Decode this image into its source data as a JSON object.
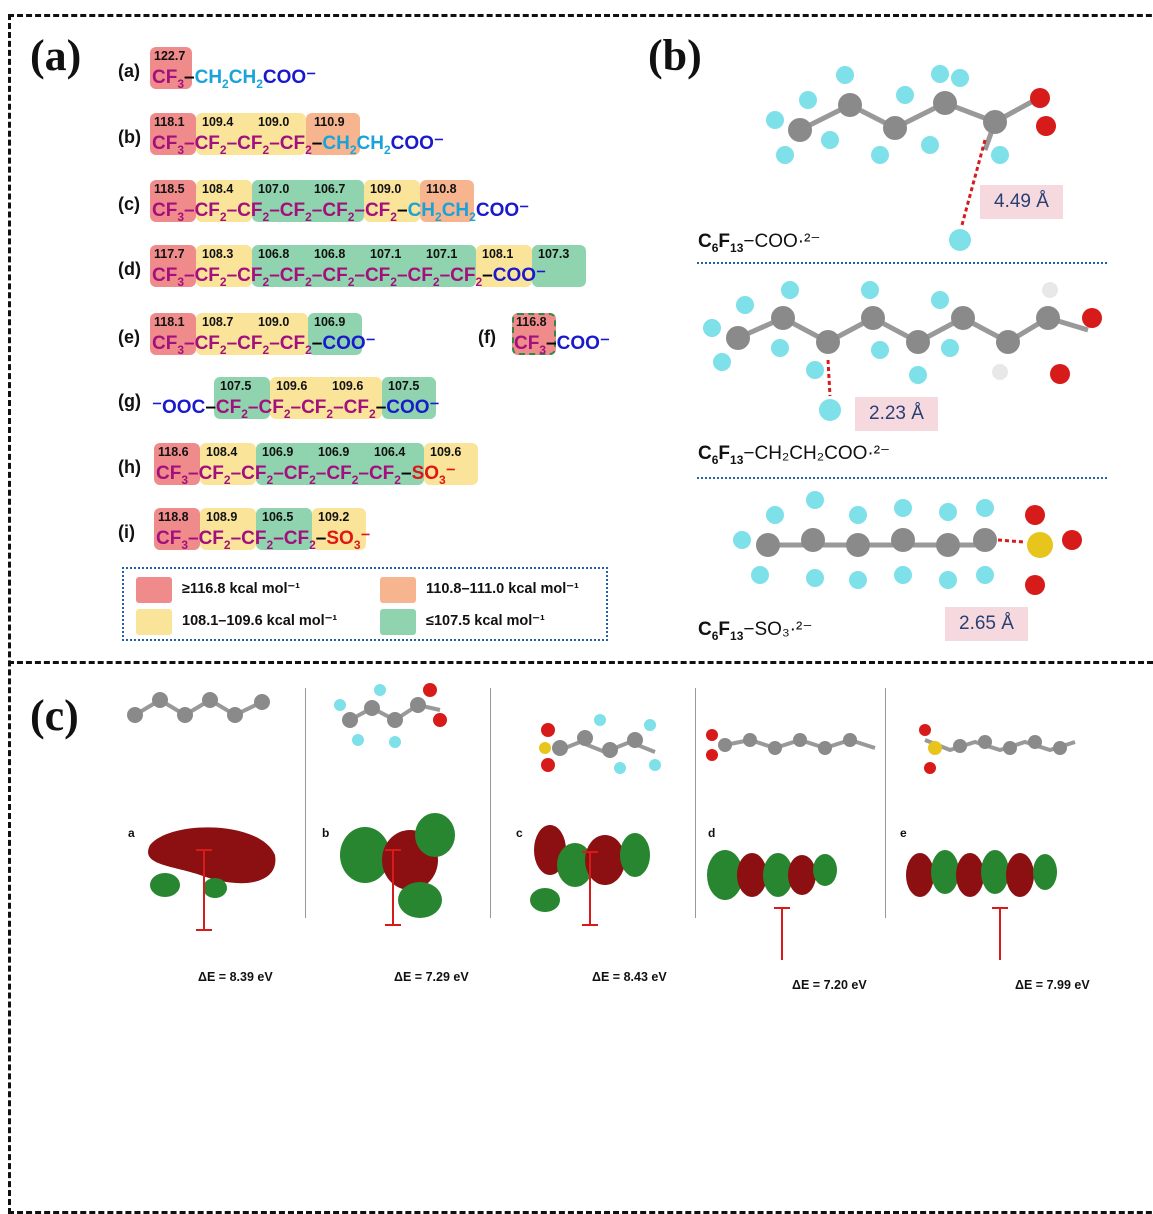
{
  "panels": {
    "a": "(a)",
    "b": "(b)",
    "c": "(c)"
  },
  "colors": {
    "red_box": "#f08b8c",
    "orange_box": "#f6b48f",
    "yellow_box": "#fae49a",
    "green_box": "#8fd4ae"
  },
  "panel_a": {
    "rows": [
      {
        "label": "(a)",
        "values": [
          "122.7"
        ]
      },
      {
        "label": "(b)",
        "values": [
          "118.1",
          "109.4",
          "109.0",
          "110.9"
        ]
      },
      {
        "label": "(c)",
        "values": [
          "118.5",
          "108.4",
          "107.0",
          "106.7",
          "109.0",
          "110.8"
        ]
      },
      {
        "label": "(d)",
        "values": [
          "117.7",
          "108.3",
          "106.8",
          "106.8",
          "107.1",
          "107.1",
          "108.1",
          "107.3"
        ]
      },
      {
        "label": "(e)",
        "values": [
          "118.1",
          "108.7",
          "109.0",
          "106.9"
        ]
      },
      {
        "label": "(f)",
        "values": [
          "116.8"
        ]
      },
      {
        "label": "(g)",
        "values": [
          "107.5",
          "109.6",
          "109.6",
          "107.5"
        ]
      },
      {
        "label": "(h)",
        "values": [
          "118.6",
          "108.4",
          "106.9",
          "106.9",
          "106.4",
          "109.6"
        ]
      },
      {
        "label": "(i)",
        "values": [
          "118.8",
          "108.9",
          "106.5",
          "109.2"
        ]
      }
    ],
    "legend": [
      "≥116.8 kcal mol⁻¹",
      "110.8–111.0 kcal mol⁻¹",
      "108.1–109.6 kcal mol⁻¹",
      "≤107.5 kcal mol⁻¹"
    ]
  },
  "panel_b": {
    "distances": [
      "4.49 Å",
      "2.23 Å",
      "2.65 Å"
    ],
    "formulas": {
      "f1_tail": "−COO·²⁻",
      "f2_tail": "−CH₂CH₂COO·²⁻",
      "f3_tail": "−SO₃·²⁻"
    }
  },
  "panel_c": {
    "labels": [
      "a",
      "b",
      "c",
      "d",
      "e"
    ],
    "gaps": [
      "ΔE = 8.39 eV",
      "ΔE = 7.29 eV",
      "ΔE = 8.43 eV",
      "ΔE = 7.20 eV",
      "ΔE = 7.99 eV"
    ]
  }
}
